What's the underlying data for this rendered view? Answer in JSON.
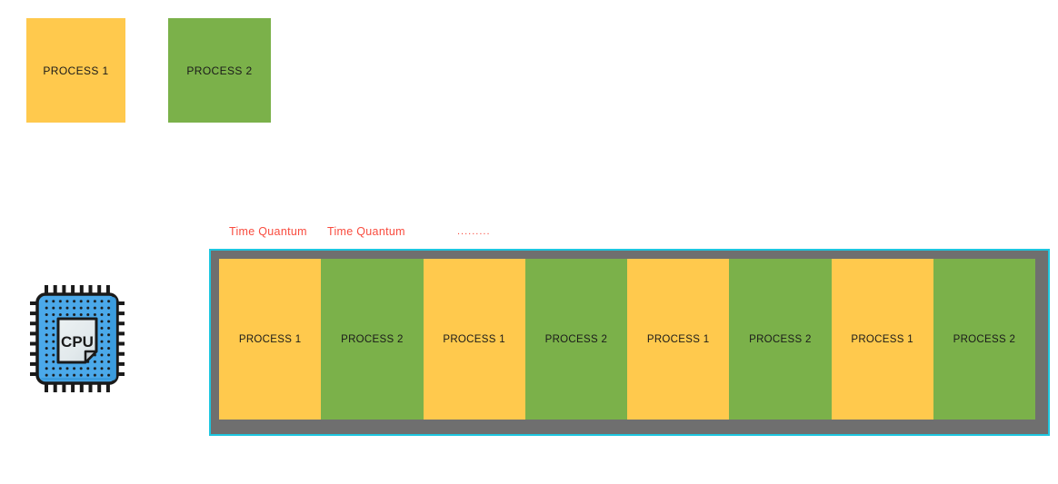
{
  "palette": {
    "process1_yellow": "#FFC94D",
    "process2_green": "#7BB14A",
    "timeline_gray": "#6F6F6F",
    "timeline_border_cyan": "#1EC6DF",
    "annotation_red": "#F94C3F",
    "text_black": "#1A1A1A",
    "chip_blue": "#4BA9EA",
    "chip_screen_gray": "#E6ECEE",
    "chip_fold_gray": "#C7D0D5"
  },
  "legend": {
    "items": [
      {
        "label": "PROCESS 1",
        "color": "#FFC94D"
      },
      {
        "label": "PROCESS 2",
        "color": "#7BB14A"
      }
    ]
  },
  "cpu": {
    "label": "CPU"
  },
  "timeline": {
    "annotations": [
      {
        "text": "Time Quantum"
      },
      {
        "text": "Time Quantum"
      },
      {
        "text": "........."
      }
    ],
    "slices": [
      {
        "label": "PROCESS 1",
        "color": "#FFC94D"
      },
      {
        "label": "PROCESS 2",
        "color": "#7BB14A"
      },
      {
        "label": "PROCESS 1",
        "color": "#FFC94D"
      },
      {
        "label": "PROCESS 2",
        "color": "#7BB14A"
      },
      {
        "label": "PROCESS 1",
        "color": "#FFC94D"
      },
      {
        "label": "PROCESS 2",
        "color": "#7BB14A"
      },
      {
        "label": "PROCESS 1",
        "color": "#FFC94D"
      },
      {
        "label": "PROCESS 2",
        "color": "#7BB14A"
      }
    ]
  }
}
